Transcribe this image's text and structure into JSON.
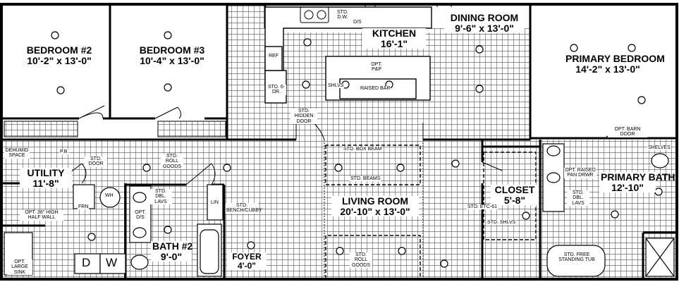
{
  "rooms": {
    "bedroom2": {
      "name": "BEDROOM #2",
      "size": "10'-2\" x 13'-0\""
    },
    "bedroom3": {
      "name": "BEDROOM #3",
      "size": "10'-4\" x 13'-0\""
    },
    "kitchen": {
      "name": "KITCHEN",
      "size": "16'-1\""
    },
    "dining": {
      "name": "DINING ROOM",
      "size": "9'-6\" x 13'-0\""
    },
    "primary_bedroom": {
      "name": "PRIMARY BEDROOM",
      "size": "14'-2\" x 13'-0\""
    },
    "utility": {
      "name": "UTILITY",
      "size": "11'-8\""
    },
    "living": {
      "name": "LIVING ROOM",
      "size": "20'-10\" x 13'-0\""
    },
    "closet": {
      "name": "CLOSET",
      "size": "5'-8\""
    },
    "primary_bath": {
      "name": "PRIMARY BATH",
      "size": "12'-10\""
    },
    "bath2": {
      "name": "BATH #2",
      "size": "9'-0\""
    },
    "foyer": {
      "name": "FOYER",
      "size": "4'-0\""
    }
  },
  "notes": {
    "std_dw": "STD. D.W.",
    "ds": "D/S",
    "ref": "REF",
    "std_6dr": "STD. 6-DR.",
    "opt_pp": "OPT. P&P",
    "raised_bar": "RAISED BAR",
    "shlvs": "SHLVS",
    "std_hidden_door": "STD. HIDDEN DOOR",
    "opt_barn_door": "OPT. BARN DOOR",
    "shelves": "SHELVES",
    "dehumid": "DEHUMID SPACE",
    "pb": "P.B.",
    "std_door": "STD. DOOR",
    "std_roll_goods": "STD. ROLL GOODS",
    "std_box_beam": "STD. BOX BEAM",
    "std_beams": "STD. BEAMS",
    "frn": "FRN",
    "wh": "WH",
    "half_wall": "OPT. 36\" HIGH HALF WALL",
    "opt_large_sink": "OPT. LARGE SINK",
    "d": "D",
    "w": "W",
    "std_dbl_lavs": "STD. DBL. LAVS",
    "opt_ds": "OPT. D/S",
    "lin": "LIN",
    "std_bench_cubby": "STD. BENCH/CUBBY",
    "std_etc": "STD. ETC-61",
    "std_shlvs": "STD. SHLVS",
    "opt_raised_pan": "OPT. RAISED PAN DRWR",
    "std_free_tub": "STD. FREE STANDING TUB",
    "std_roll_goods2": "STD. ROLL GOODS"
  }
}
